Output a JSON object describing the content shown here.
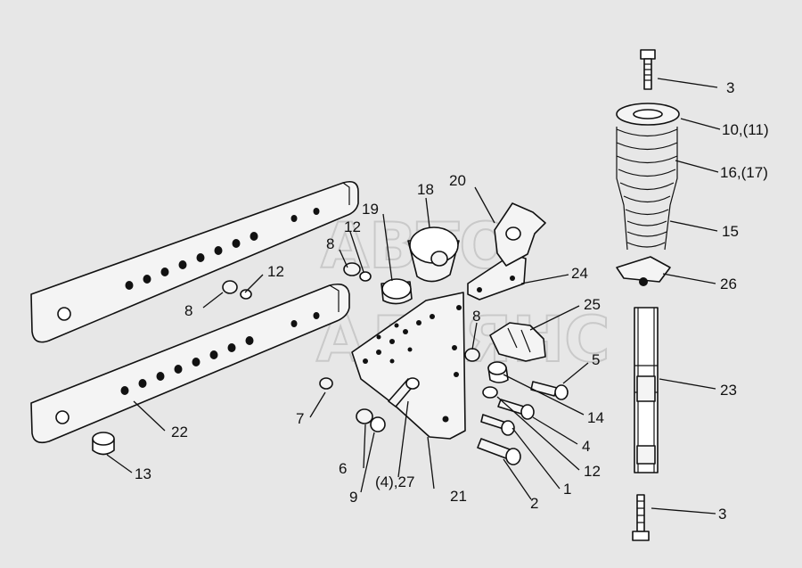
{
  "watermark": {
    "line1": "АВТО",
    "line2": "АЛЬЯНС"
  },
  "labels": {
    "l1": "1",
    "l2": "2",
    "l3a": "3",
    "l3b": "3",
    "l4": "4",
    "l4_27": "(4),27",
    "l5": "5",
    "l6": "6",
    "l7": "7",
    "l8a": "8",
    "l8b": "8",
    "l8c": "8",
    "l9": "9",
    "l10": "10,(11)",
    "l12a": "12",
    "l12b": "12",
    "l12c": "12",
    "l13": "13",
    "l14": "14",
    "l15": "15",
    "l16": "16,(17)",
    "l18": "18",
    "l19": "19",
    "l20": "20",
    "l21": "21",
    "l22": "22",
    "l23": "23",
    "l24": "24",
    "l25": "25",
    "l26": "26"
  }
}
